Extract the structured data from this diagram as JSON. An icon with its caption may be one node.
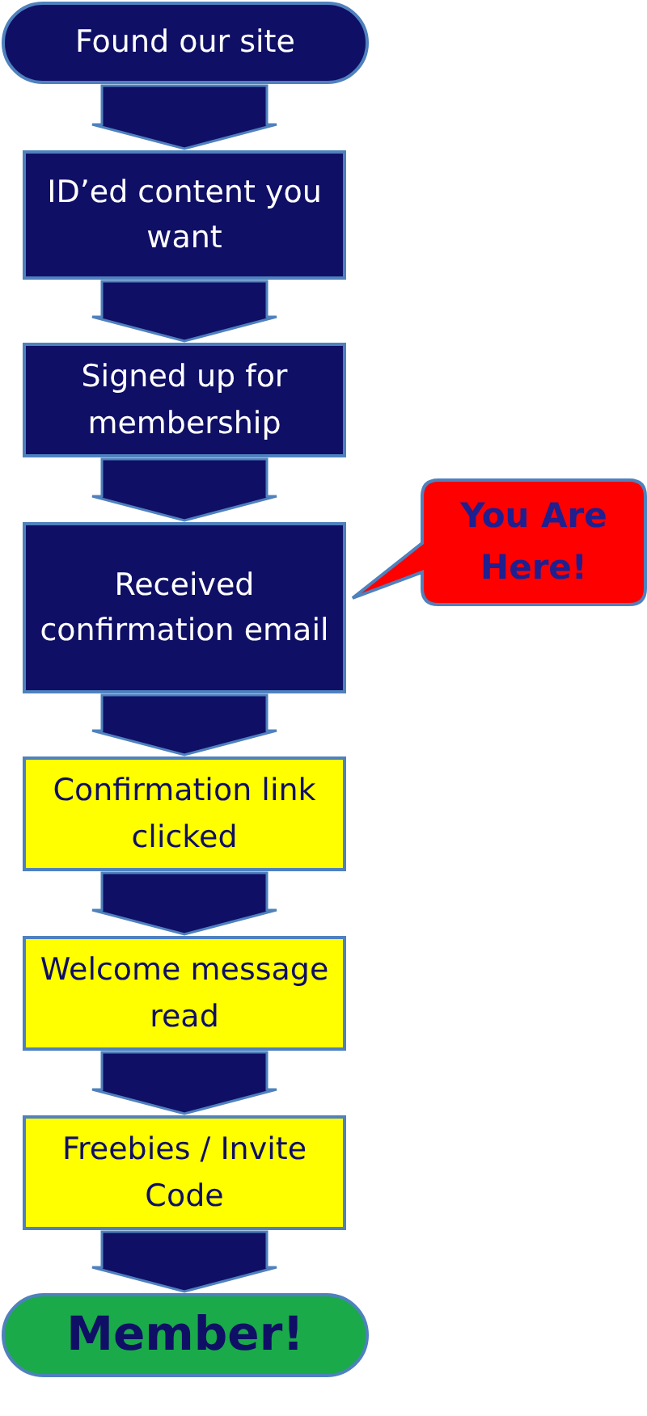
{
  "diagram": {
    "nodes": [
      {
        "text": [
          "Found our site"
        ]
      },
      {
        "text": [
          "ID’ed content you want"
        ]
      },
      {
        "text": [
          "Signed up for membership"
        ]
      },
      {
        "text": [
          "Received confirmation email"
        ]
      },
      {
        "text": [
          "Confirmation link clicked"
        ]
      },
      {
        "text": [
          "Welcome message read"
        ]
      },
      {
        "text": [
          "Freebies / Invite Code"
        ]
      },
      {
        "text": [
          "Member!"
        ]
      },
      {
        "text": [
          "You Are Here!"
        ]
      }
    ],
    "edges": [
      {
        "from": 0,
        "to": 1,
        "arrow": "to"
      },
      {
        "from": 1,
        "to": 2,
        "arrow": "to"
      },
      {
        "from": 2,
        "to": 3,
        "arrow": "to"
      },
      {
        "from": 3,
        "to": 4,
        "arrow": "to"
      },
      {
        "from": 4,
        "to": 5,
        "arrow": "to"
      },
      {
        "from": 5,
        "to": 6,
        "arrow": "to"
      },
      {
        "from": 6,
        "to": 7,
        "arrow": "to"
      }
    ]
  }
}
